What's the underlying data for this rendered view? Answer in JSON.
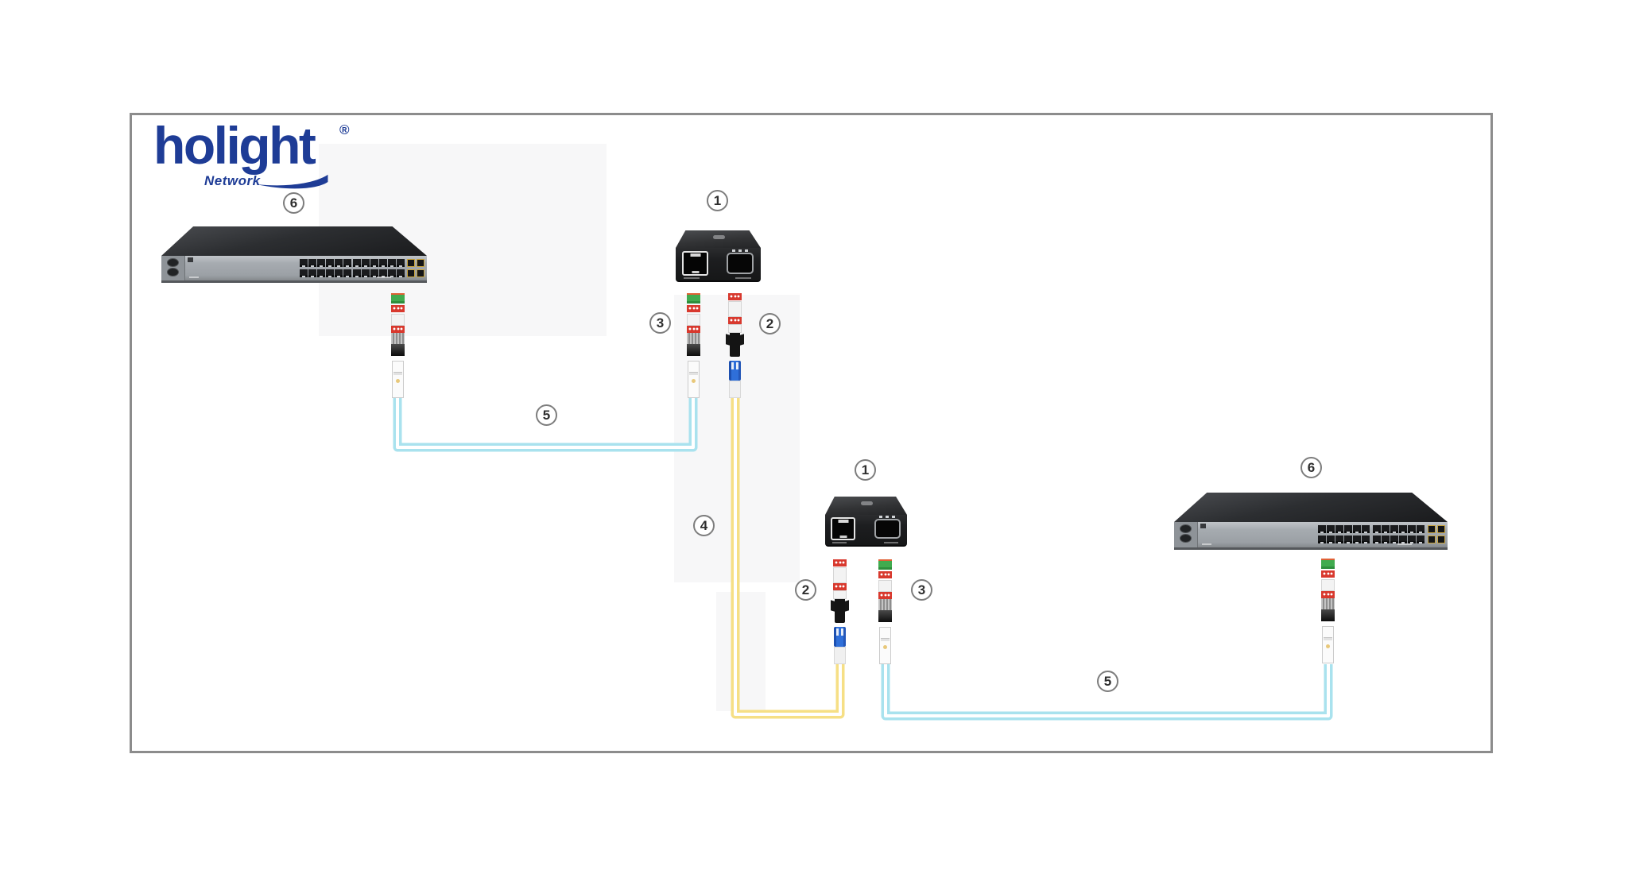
{
  "logo": {
    "brand": "holight",
    "registered": "®",
    "subtitle": "Network",
    "color": "#1e3c96"
  },
  "legend_numbers": {
    "media_converter": "1",
    "lc_sfp_transceiver": "2",
    "sfp_module": "3",
    "singlemode_fiber_cable": "4",
    "aqua_fiber_cable": "5",
    "network_switch": "6"
  },
  "colors": {
    "aqua_cable": "#a9e2ee",
    "yellow_cable": "#f6df85",
    "lc_connector_blue": "#2f6fd9",
    "label_red": "#d8392e",
    "label_green": "#41ab4f",
    "frame_border": "#8c8c8c",
    "logo_blue": "#1e3c96"
  }
}
